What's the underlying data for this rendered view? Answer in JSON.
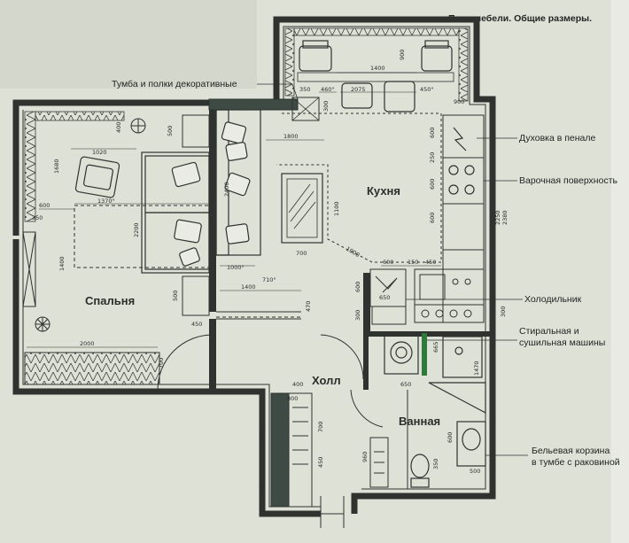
{
  "title": "План мебели. Общие размеры.",
  "rooms": {
    "bedroom": "Спальня",
    "kitchen": "Кухня",
    "hall": "Холл",
    "bathroom": "Ванная"
  },
  "callouts": {
    "decor": "Тумба и полки декоративные",
    "oven": "Духовка в пенале",
    "hob": "Варочная поверхность",
    "fridge": "Холодильник",
    "washer_1": "Стиральная и",
    "washer_2": "сушильная машины",
    "basket_1": "Бельевая корзина",
    "basket_2": "в тумбе с раковиной"
  },
  "dims": {
    "d1400_top": "1400",
    "d900_top": "900",
    "d350": "350",
    "d460": "460°",
    "d2075": "2075",
    "d450_top": "450°",
    "d900_right": "900",
    "d1800": "1800",
    "d500_sofa": "500",
    "d400_bed": "400",
    "d1020": "1020",
    "d1680": "1680",
    "d600_left": "600",
    "d1370": "1370°",
    "d350_left": "350",
    "d2200": "2200",
    "d2400": "2400",
    "d1100": "1100",
    "d700": "700",
    "d1000_diag": "1000",
    "d1000": "1000°",
    "d710": "710°",
    "d1400_mid": "1400",
    "d1400_left": "1400",
    "d500_mid": "500",
    "d450_mid": "450",
    "d470": "470",
    "d600_k": "600",
    "d150": "150",
    "d450_k": "450",
    "d600_v1": "600",
    "d250": "250",
    "d600_v2": "600",
    "d600_v3": "600",
    "d2250": "2250",
    "d2380": "2380",
    "d600_fr": "600",
    "d650_fr": "650",
    "d300_a": "300",
    "d300_b": "300",
    "d2000": "2000",
    "d700_door": "700",
    "d400_hall": "400",
    "d800": "800",
    "d700_hall": "700",
    "d450_hall": "450",
    "d1385": "1385",
    "d400_hall2": "400",
    "d665": "665",
    "d650_bath": "650",
    "d1470": "1470",
    "d600_bath": "600",
    "d960": "960",
    "d350_bath": "350",
    "d500_bath": "500",
    "d300_top": "300"
  }
}
